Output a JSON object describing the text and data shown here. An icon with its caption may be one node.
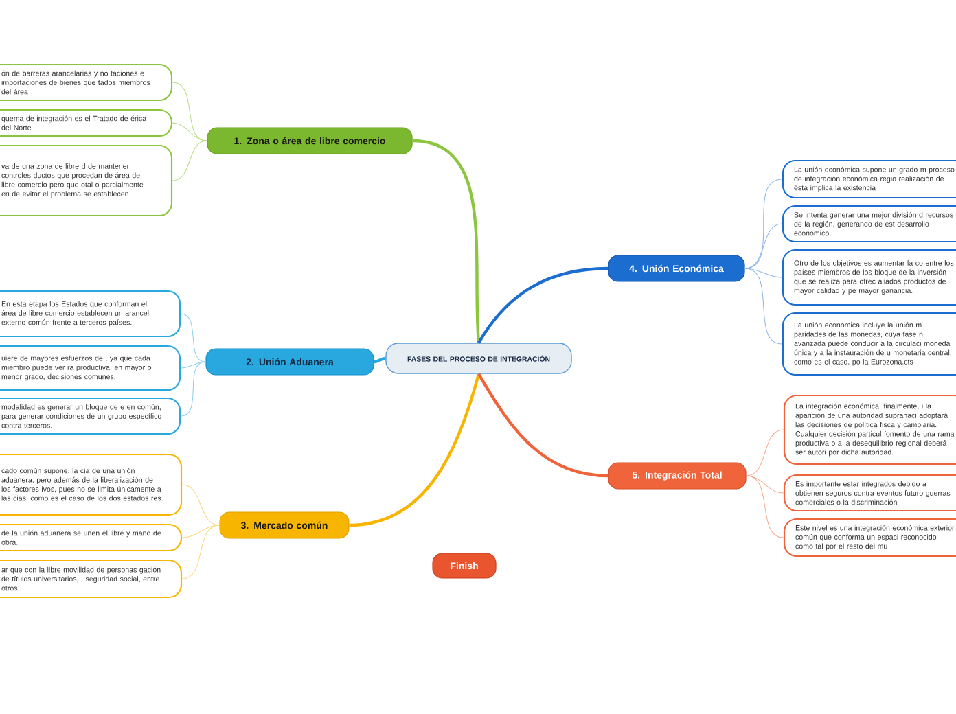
{
  "diagram": {
    "nodes": [
      {
        "text": [
          "FASES DEL PROCESO DE INTEGRACIÓN"
        ]
      },
      {
        "text": [
          "1. Zona o área de libre comercio"
        ]
      },
      {
        "text": [
          "ón de barreras arancelarias y no taciones e importaciones de bienes que tados miembros del área"
        ]
      },
      {
        "text": [
          "quema de integración es el Tratado de érica del Norte"
        ]
      },
      {
        "text": [
          "va de una zona de libre d de mantener controles ductos que procedan de área de libre comercio pero que otal o parcialmente en de evitar el problema se establecen"
        ]
      },
      {
        "text": [
          "2. Unión Aduanera"
        ]
      },
      {
        "text": [
          "En esta etapa los Estados que conforman el área de libre comercio establecen un arancel externo común frente a terceros países."
        ]
      },
      {
        "text": [
          "uiere de mayores esfuerzos de , ya que cada miembro puede ver ra productiva, en mayor o menor grado, decisiones comunes."
        ]
      },
      {
        "text": [
          "modalidad es generar un bloque de e en común, para generar condiciones de un grupo específico contra terceros."
        ]
      },
      {
        "text": [
          "3. Mercado común"
        ]
      },
      {
        "text": [
          "cado común supone, la cia de una unión aduanera, pero además de la liberalización de los factores ivos, pues no se limita únicamente a las cias, como es el caso de los dos estados res."
        ]
      },
      {
        "text": [
          "de la unión aduanera se unen el libre y mano de obra."
        ]
      },
      {
        "text": [
          "ar que con la libre movilidad de personas gación de títulos universitarios, , seguridad social, entre otros."
        ]
      },
      {
        "text": [
          "4. Unión Económica"
        ]
      },
      {
        "text": [
          "La unión económica supone un grado m proceso de integración económica regio realización de ésta implica la existencia"
        ]
      },
      {
        "text": [
          "Se intenta generar una mejor división d recursos de la región, generando de est desarrollo económico."
        ]
      },
      {
        "text": [
          "Otro de los objetivos es aumentar la co entre los países miembros de los bloque de la inversión que se realiza para ofrec aliados productos de mayor calidad y pe mayor ganancia."
        ]
      },
      {
        "text": [
          "La unión económica incluye la unión m paridades de las monedas, cuya fase n avanzada puede conducir a la circulaci moneda única y a la instauración de u monetaria central, como es el caso, po la Eurozona.cts"
        ]
      },
      {
        "text": [
          "5. Integración Total"
        ]
      },
      {
        "text": [
          "La integración económica, finalmente, i la aparición de una autoridad supranaci adoptará las decisiones de política fisca y cambiaria. Cualquier decisión particul fomento de una rama productiva o a la desequilibrio regional deberá ser autori por dicha autoridad."
        ]
      },
      {
        "text": [
          "Es importante estar integrados debido a obtienen seguros contra eventos futuro guerras comerciales o la discriminación"
        ]
      },
      {
        "text": [
          "Este nivel es una integración económica exterior común que conforma un espaci reconocido como tal por el resto del mu"
        ]
      },
      {
        "text": [
          "Finish"
        ]
      }
    ],
    "edges": [
      {
        "from": 0,
        "to": 1,
        "arrow": "none",
        "style": "thick",
        "color": "#8cc63f"
      },
      {
        "from": 1,
        "to": 2,
        "arrow": "none",
        "color": "#b5dc7e"
      },
      {
        "from": 1,
        "to": 3,
        "arrow": "none",
        "color": "#b5dc7e"
      },
      {
        "from": 1,
        "to": 4,
        "arrow": "none",
        "color": "#b5dc7e"
      },
      {
        "from": 0,
        "to": 5,
        "arrow": "none",
        "style": "thick",
        "color": "#29a8e0"
      },
      {
        "from": 5,
        "to": 6,
        "arrow": "none",
        "color": "#8ccdf0"
      },
      {
        "from": 5,
        "to": 7,
        "arrow": "none",
        "color": "#8ccdf0"
      },
      {
        "from": 5,
        "to": 8,
        "arrow": "none",
        "color": "#8ccdf0"
      },
      {
        "from": 0,
        "to": 9,
        "arrow": "none",
        "style": "thick",
        "color": "#f7b500"
      },
      {
        "from": 9,
        "to": 10,
        "arrow": "none",
        "color": "#fbd67a"
      },
      {
        "from": 9,
        "to": 11,
        "arrow": "none",
        "color": "#fbd67a"
      },
      {
        "from": 9,
        "to": 12,
        "arrow": "none",
        "color": "#fbd67a"
      },
      {
        "from": 0,
        "to": 13,
        "arrow": "none",
        "style": "thick",
        "color": "#1c6dd0"
      },
      {
        "from": 13,
        "to": 14,
        "arrow": "none",
        "color": "#8cb4e8"
      },
      {
        "from": 13,
        "to": 15,
        "arrow": "none",
        "color": "#8cb4e8"
      },
      {
        "from": 13,
        "to": 16,
        "arrow": "none",
        "color": "#8cb4e8"
      },
      {
        "from": 13,
        "to": 17,
        "arrow": "none",
        "color": "#8cb4e8"
      },
      {
        "from": 0,
        "to": 18,
        "arrow": "none",
        "style": "thick",
        "color": "#f0643c"
      },
      {
        "from": 18,
        "to": 19,
        "arrow": "none",
        "color": "#f6a88c"
      },
      {
        "from": 18,
        "to": 20,
        "arrow": "none",
        "color": "#f6a88c"
      },
      {
        "from": 18,
        "to": 21,
        "arrow": "none",
        "color": "#f6a88c"
      }
    ]
  }
}
